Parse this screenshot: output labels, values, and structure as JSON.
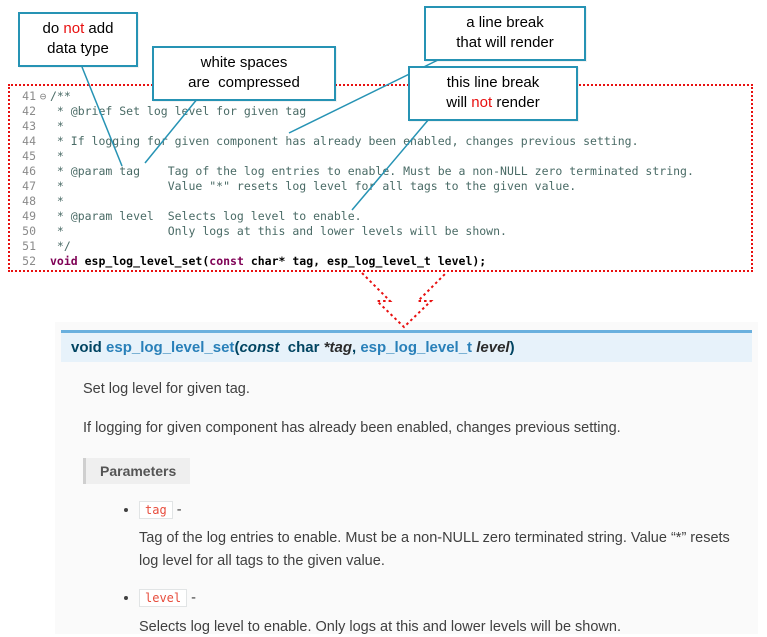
{
  "colors": {
    "callout_border": "#2693b4",
    "annotation_red": "#e81010",
    "keyword_purple": "#7f0055",
    "comment_color": "#4a6b66",
    "sig_background": "#e7f2fa",
    "sig_top_border": "#6ab0de",
    "literal_red": "#e74c3c"
  },
  "callouts": {
    "no_datatype": {
      "l1a": "do ",
      "l1b": "not",
      "l1c": " add",
      "l2": "data type"
    },
    "whitespace": {
      "l1": "white spaces",
      "l2": "are  compressed"
    },
    "break_render": {
      "l1": "a line break",
      "l2": "that will render"
    },
    "break_norender": {
      "l1": "this line break",
      "l2a": "will ",
      "l2b": "not",
      "l2c": " render"
    }
  },
  "editor": {
    "fold_icon": "⊖",
    "lines": [
      {
        "num": "41",
        "text": "/**"
      },
      {
        "num": "42",
        "text": " * @brief Set log level for given tag"
      },
      {
        "num": "43",
        "text": " *"
      },
      {
        "num": "44",
        "text": " * If logging for given component has already been enabled, changes previous setting."
      },
      {
        "num": "45",
        "text": " *"
      },
      {
        "num": "46",
        "text": " * @param tag    Tag of the log entries to enable. Must be a non-NULL zero terminated string."
      },
      {
        "num": "47",
        "text": " *               Value \"*\" resets log level for all tags to the given value."
      },
      {
        "num": "48",
        "text": " *"
      },
      {
        "num": "49",
        "text": " * @param level  Selects log level to enable."
      },
      {
        "num": "50",
        "text": " *               Only logs at this and lower levels will be shown."
      },
      {
        "num": "51",
        "text": " */"
      }
    ],
    "sig_line": {
      "num": "52",
      "kw1": "void ",
      "name": "esp_log_level_set",
      "p1": "(",
      "kw2": "const",
      "rest": " char* tag, esp_log_level_t level);"
    }
  },
  "doc": {
    "signature": {
      "kw_void": "void ",
      "name": "esp_log_level_set",
      "open": "(",
      "kw_const": "const",
      "char_part": "  char ",
      "tag": "*tag",
      "comma": ", ",
      "type": "esp_log_level_t ",
      "level": "level",
      "close": ")"
    },
    "p1": "Set log level for given tag.",
    "p2": "If logging for given component has already been enabled, changes previous setting.",
    "params_label": "Parameters",
    "params": [
      {
        "name": "tag",
        "dash": "-",
        "desc": "Tag of the log entries to enable. Must be a non-NULL zero terminated string. Value “*” resets log level for all tags to the given value."
      },
      {
        "name": "level",
        "dash": "-",
        "desc": "Selects log level to enable. Only logs at this and lower levels will be shown."
      }
    ]
  }
}
